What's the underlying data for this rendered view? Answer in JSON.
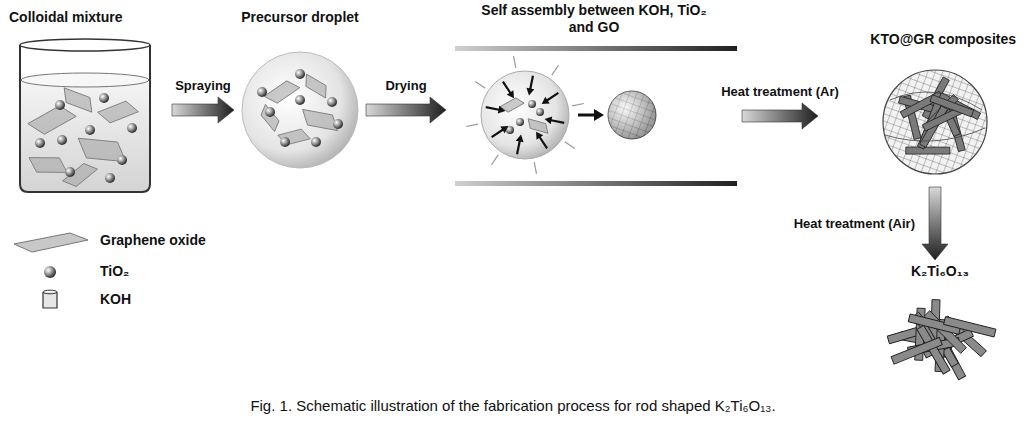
{
  "diagram": {
    "caption": "Fig. 1. Schematic illustration of the fabrication process for rod shaped K₂Ti₆O₁₃.",
    "nodes": [
      {
        "text": [
          "Colloidal mixture"
        ]
      },
      {
        "text": [
          "Precursor droplet"
        ]
      },
      {
        "text": [
          "Self assembly between KOH, TiO₂ and GO"
        ]
      },
      {
        "text": [
          "KTO@GR composites"
        ]
      },
      {
        "text": [
          "K₂Ti₆O₁₃"
        ]
      }
    ],
    "edges": [
      {
        "from": 0,
        "to": 1,
        "label": "Spraying",
        "arrow": "to"
      },
      {
        "from": 1,
        "to": 2,
        "label": "Drying",
        "arrow": "to"
      },
      {
        "from": 2,
        "to": 3,
        "label": "Heat treatment (Ar)",
        "arrow": "to"
      },
      {
        "from": 3,
        "to": 4,
        "label": "Heat treatment (Air)",
        "arrow": "to"
      }
    ],
    "legend": [
      {
        "text": "Graphene oxide"
      },
      {
        "text": "TiO₂"
      },
      {
        "text": "KOH"
      }
    ]
  }
}
